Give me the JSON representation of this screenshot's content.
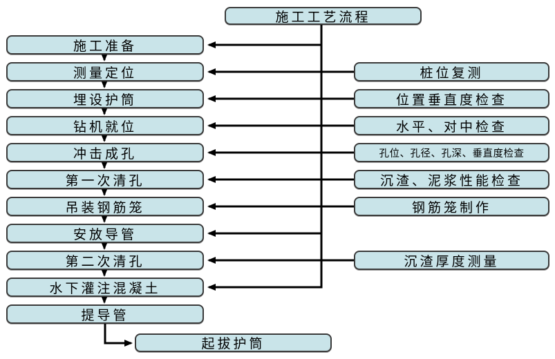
{
  "flowchart": {
    "title_node": {
      "label": "施工工艺流程"
    },
    "main_steps": [
      {
        "label": "施工准备"
      },
      {
        "label": "测量定位"
      },
      {
        "label": "埋设护筒"
      },
      {
        "label": "钻机就位"
      },
      {
        "label": "冲击成孔"
      },
      {
        "label": "第一次清孔"
      },
      {
        "label": "吊装钢筋笼"
      },
      {
        "label": "安放导管"
      },
      {
        "label": "第二次清孔"
      },
      {
        "label": "水下灌注混凝土"
      },
      {
        "label": "提导管"
      }
    ],
    "final_step": {
      "label": "起拔护筒"
    },
    "check_steps": [
      {
        "label": "桩位复测"
      },
      {
        "label": "位置垂直度检查"
      },
      {
        "label": "水平、对中检查"
      },
      {
        "label": "孔位、孔径、孔深、垂直度检查"
      },
      {
        "label": "沉渣、泥浆性能检查"
      },
      {
        "label": "钢筋笼制作"
      },
      {
        "label": "沉渣厚度测量"
      }
    ],
    "colors": {
      "node_fill": "#c9e4e9",
      "node_border": "#3a3a3a",
      "connector": "#000000"
    }
  }
}
